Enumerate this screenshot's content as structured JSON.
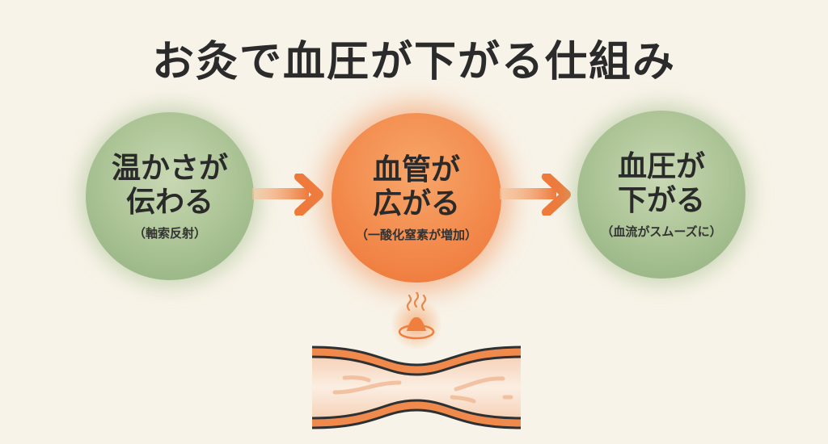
{
  "title": "お灸で血圧が下がる仕組み",
  "steps": [
    {
      "line1": "温かさが",
      "line2": "伝わる",
      "note": "（軸索反射）"
    },
    {
      "line1": "血管が",
      "line2": "広がる",
      "note": "（一酸化窒素が増加）"
    },
    {
      "line1": "血圧が",
      "line2": "下がる",
      "note": "（血流がスムーズに）"
    }
  ],
  "colors": {
    "green": "#a9c293",
    "orange": "#f2884a",
    "background": "#f8f3e8"
  }
}
